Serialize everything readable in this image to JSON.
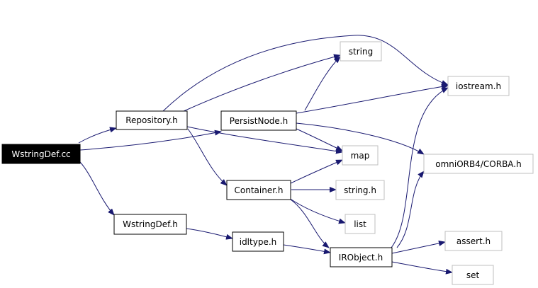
{
  "diagram": {
    "type": "include-dependency-graph",
    "root": "WstringDef.cc",
    "colors": {
      "edge": "#191970",
      "root_fill": "#000000",
      "root_text": "#ffffff",
      "node_border_internal": "#000000",
      "node_border_external": "#bfbfbf",
      "node_text": "#000000"
    },
    "nodes": [
      {
        "id": "wstringdef_cc",
        "label": "WstringDef.cc",
        "kind": "root"
      },
      {
        "id": "repository_h",
        "label": "Repository.h",
        "kind": "internal"
      },
      {
        "id": "wstringdef_h",
        "label": "WstringDef.h",
        "kind": "internal"
      },
      {
        "id": "persistnode_h",
        "label": "PersistNode.h",
        "kind": "internal"
      },
      {
        "id": "container_h",
        "label": "Container.h",
        "kind": "internal"
      },
      {
        "id": "idltype_h",
        "label": "idltype.h",
        "kind": "internal"
      },
      {
        "id": "irobject_h",
        "label": "IRObject.h",
        "kind": "internal"
      },
      {
        "id": "string",
        "label": "string",
        "kind": "external"
      },
      {
        "id": "iostream_h",
        "label": "iostream.h",
        "kind": "external"
      },
      {
        "id": "map",
        "label": "map",
        "kind": "external"
      },
      {
        "id": "omniorb4_corba_h",
        "label": "omniORB4/CORBA.h",
        "kind": "external"
      },
      {
        "id": "string_h",
        "label": "string.h",
        "kind": "external"
      },
      {
        "id": "list",
        "label": "list",
        "kind": "external"
      },
      {
        "id": "assert_h",
        "label": "assert.h",
        "kind": "external"
      },
      {
        "id": "set",
        "label": "set",
        "kind": "external"
      }
    ],
    "edges": [
      {
        "from": "wstringdef_cc",
        "to": "repository_h"
      },
      {
        "from": "wstringdef_cc",
        "to": "persistnode_h"
      },
      {
        "from": "wstringdef_cc",
        "to": "wstringdef_h"
      },
      {
        "from": "repository_h",
        "to": "string"
      },
      {
        "from": "repository_h",
        "to": "iostream_h"
      },
      {
        "from": "repository_h",
        "to": "map"
      },
      {
        "from": "repository_h",
        "to": "container_h"
      },
      {
        "from": "persistnode_h",
        "to": "string"
      },
      {
        "from": "persistnode_h",
        "to": "iostream_h"
      },
      {
        "from": "persistnode_h",
        "to": "map"
      },
      {
        "from": "persistnode_h",
        "to": "omniorb4_corba_h"
      },
      {
        "from": "container_h",
        "to": "map"
      },
      {
        "from": "container_h",
        "to": "string_h"
      },
      {
        "from": "container_h",
        "to": "list"
      },
      {
        "from": "container_h",
        "to": "irobject_h"
      },
      {
        "from": "wstringdef_h",
        "to": "idltype_h"
      },
      {
        "from": "idltype_h",
        "to": "irobject_h"
      },
      {
        "from": "irobject_h",
        "to": "iostream_h"
      },
      {
        "from": "irobject_h",
        "to": "omniorb4_corba_h"
      },
      {
        "from": "irobject_h",
        "to": "assert_h"
      },
      {
        "from": "irobject_h",
        "to": "set"
      }
    ]
  }
}
